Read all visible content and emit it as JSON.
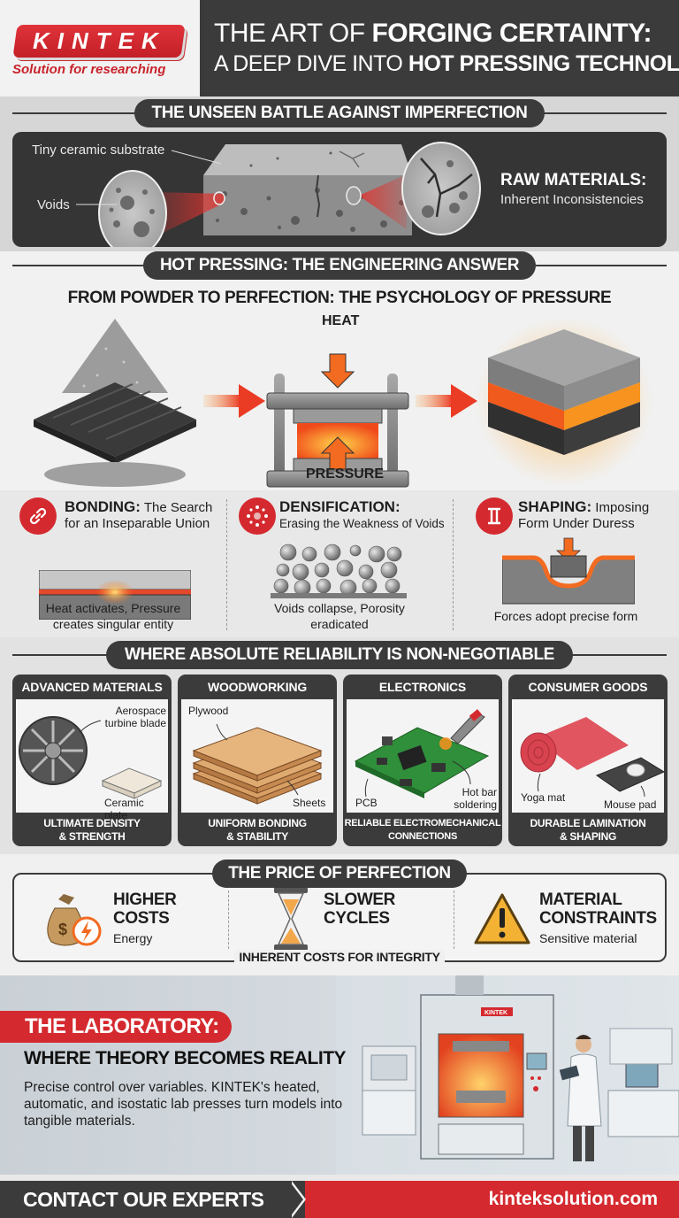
{
  "header": {
    "logo_text": "KINTEK",
    "logo_tagline": "Solution for researching",
    "title_line1_thin": "THE ART OF ",
    "title_line1_bold": "FORGING CERTAINTY:",
    "title_line2_thin": "A DEEP DIVE INTO ",
    "title_line2_bold": "HOT PRESSING TECHNOLOGY"
  },
  "imperfection": {
    "heading": "THE UNSEEN BATTLE AGAINST IMPERFECTION",
    "label_substrate": "Tiny ceramic substrate",
    "label_voids": "Voids",
    "raw_title": "RAW MATERIALS:",
    "raw_subtitle": "Inherent Inconsistencies"
  },
  "engineering": {
    "heading": "HOT PRESSING: THE ENGINEERING ANSWER",
    "subheading": "FROM POWDER TO PERFECTION: THE PSYCHOLOGY OF PRESSURE",
    "label_heat": "HEAT",
    "label_pressure": "PRESSURE"
  },
  "pillars": [
    {
      "title_bold": "BONDING:",
      "title_rest": " The Search",
      "title_line2": "for an Inseparable Union",
      "caption": "Heat activates, Pressure creates singular entity",
      "icon": "chain-link-icon"
    },
    {
      "title_bold": "DENSIFICATION:",
      "title_rest": "",
      "title_line2": "Erasing the Weakness of Voids",
      "caption": "Voids collapse, Porosity eradicated",
      "icon": "particles-icon"
    },
    {
      "title_bold": "SHAPING:",
      "title_rest": " Imposing",
      "title_line2": "Form Under Duress",
      "caption": "Forces adopt precise form",
      "icon": "i-beam-icon"
    }
  ],
  "applications": {
    "heading": "WHERE ABSOLUTE RELIABILITY IS NON-NEGOTIABLE",
    "cards": [
      {
        "title": "ADVANCED MATERIALS",
        "labels": [
          "Aerospace turbine blade",
          "Ceramic plate"
        ],
        "footer": "ULTIMATE DENSITY\n& STRENGTH"
      },
      {
        "title": "WOODWORKING",
        "labels": [
          "Plywood",
          "Sheets"
        ],
        "footer": "UNIFORM BONDING\n& STABILITY"
      },
      {
        "title": "ELECTRONICS",
        "labels": [
          "PCB",
          "Hot bar soldering"
        ],
        "footer": "RELIABLE ELECTROMECHANICAL\nCONNECTIONS"
      },
      {
        "title": "CONSUMER GOODS",
        "labels": [
          "Yoga mat",
          "Mouse pad"
        ],
        "footer": "DURABLE LAMINATION\n& SHAPING"
      }
    ]
  },
  "price": {
    "heading": "THE PRICE OF PERFECTION",
    "items": [
      {
        "title": "HIGHER\nCOSTS",
        "subtitle": "Energy",
        "icon": "money-bag-energy-icon"
      },
      {
        "title": "SLOWER\nCYCLES",
        "subtitle": "",
        "icon": "hourglass-icon"
      },
      {
        "title": "MATERIAL\nCONSTRAINTS",
        "subtitle": "Sensitive material",
        "icon": "warning-icon"
      }
    ],
    "footer": "INHERENT COSTS FOR INTEGRITY"
  },
  "laboratory": {
    "title": "THE LABORATORY:",
    "subtitle": "WHERE THEORY BECOMES REALITY",
    "description": "Precise control over variables. KINTEK's heated, automatic, and isostatic lab presses turn models into tangible materials.",
    "press_badge": "KINTEK"
  },
  "footer": {
    "cta": "CONTACT OUR EXPERTS",
    "website": "kinteksolution.com"
  },
  "colors": {
    "brand_red": "#d42a2f",
    "dark_panel": "#3b3b3b",
    "heat_orange": "#f26b21",
    "light_bg": "#f1f1f1"
  }
}
